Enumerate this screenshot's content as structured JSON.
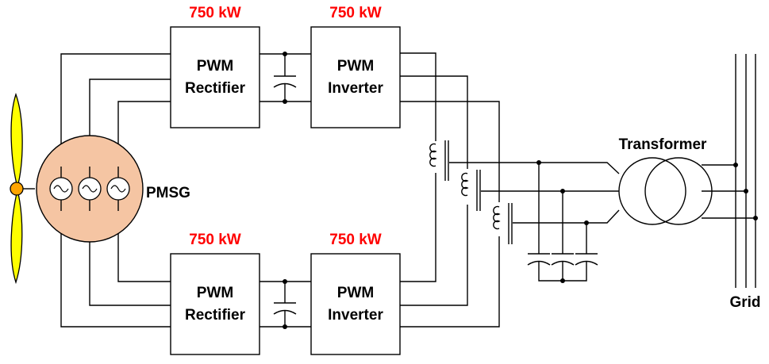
{
  "colors": {
    "power_rating": "#ff0000",
    "generator_fill": "#f5c5a3",
    "blade_fill": "#ffff00",
    "hub_fill": "#ffa500",
    "line": "#000000"
  },
  "labels": {
    "top_rectifier_power": "750 kW",
    "top_inverter_power": "750 kW",
    "bottom_rectifier_power": "750 kW",
    "bottom_inverter_power": "750 kW",
    "rectifier_line1": "PWM",
    "rectifier_line2": "Rectifier",
    "inverter_line1": "PWM",
    "inverter_line2": "Inverter",
    "generator": "PMSG",
    "transformer": "Transformer",
    "grid": "Grid"
  },
  "icons": {
    "turbine": "wind-turbine-blades-icon",
    "phase_source": "ac-source-icon",
    "capacitor": "capacitor-icon",
    "inductor": "inductor-icon",
    "transformer": "transformer-icon"
  }
}
